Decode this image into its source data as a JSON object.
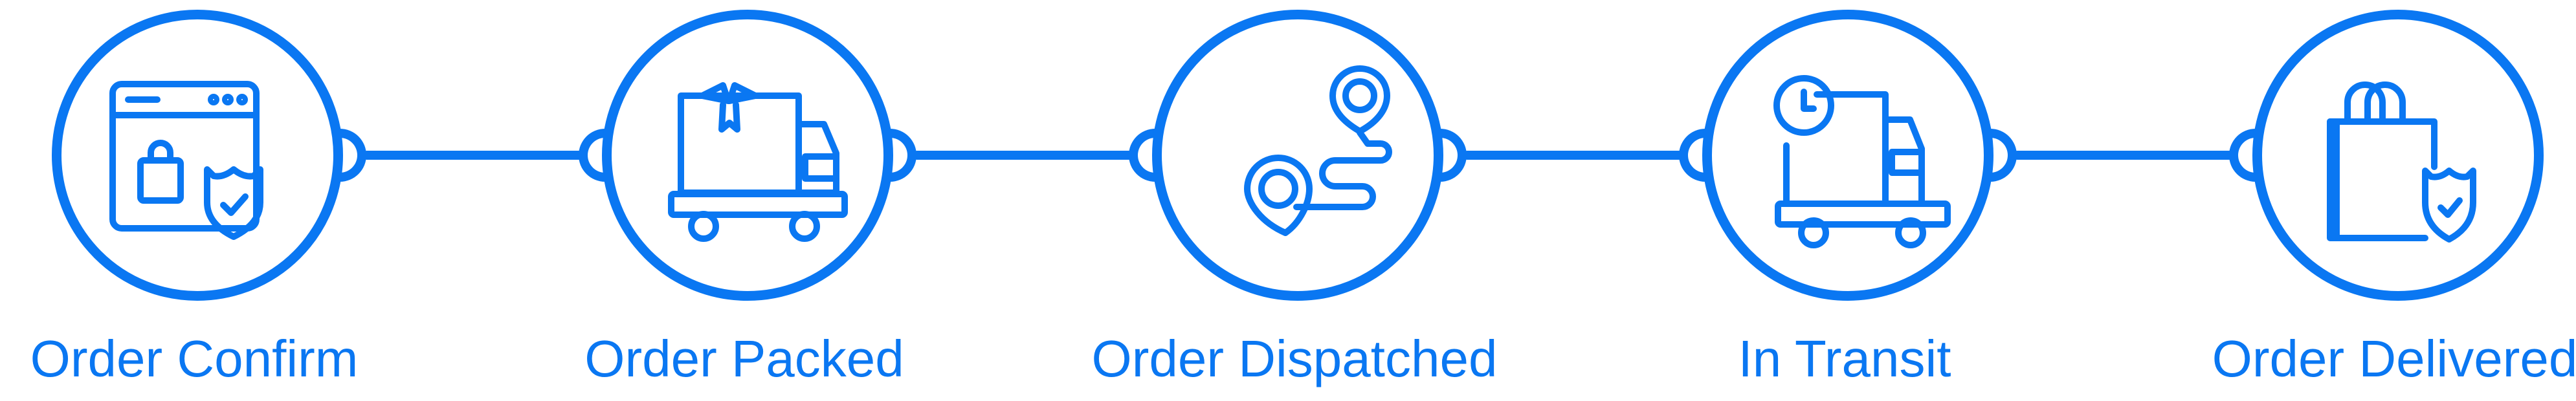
{
  "accent_color": "#0a77f2",
  "steps": [
    {
      "label": "Order Confirm",
      "icon": "browser-shopping-bag-shield-icon"
    },
    {
      "label": "Order Packed",
      "icon": "delivery-truck-with-gift-box-icon"
    },
    {
      "label": "Order Dispatched",
      "icon": "route-map-pins-icon"
    },
    {
      "label": "In Transit",
      "icon": "delivery-truck-with-clock-icon"
    },
    {
      "label": "Order Delivered",
      "icon": "shopping-bag-shield-check-icon"
    }
  ]
}
